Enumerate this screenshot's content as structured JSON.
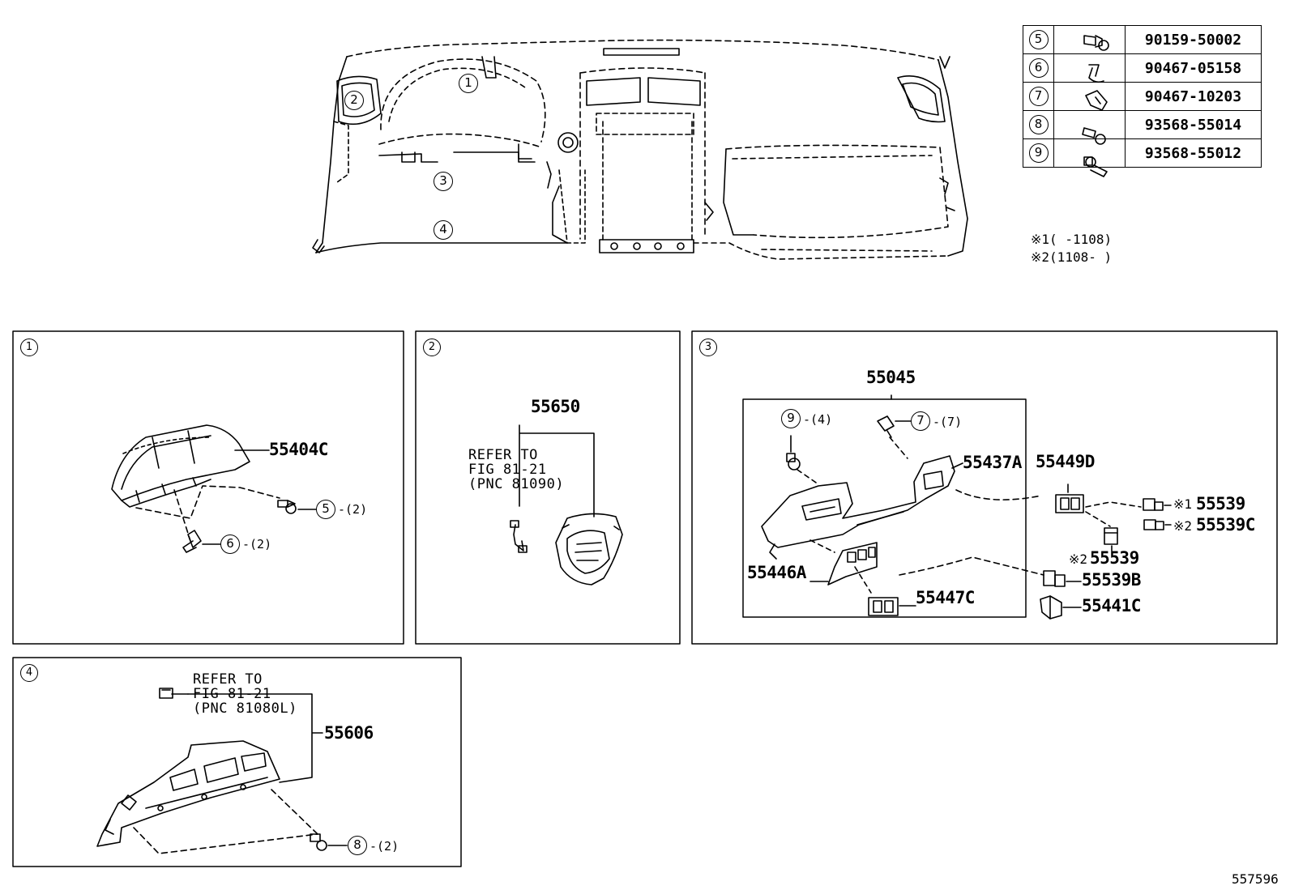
{
  "overview": {
    "callouts": [
      "1",
      "2",
      "3",
      "4"
    ],
    "notes": [
      {
        "mark": "※1",
        "text": "(      -1108)"
      },
      {
        "mark": "※2",
        "text": "(1108-      )"
      }
    ]
  },
  "fastener_table": [
    {
      "ref": "5",
      "icon": "bolt-icon",
      "part": "90159-50002"
    },
    {
      "ref": "6",
      "icon": "clip-icon",
      "part": "90467-05158"
    },
    {
      "ref": "7",
      "icon": "clip-icon",
      "part": "90467-10203"
    },
    {
      "ref": "8",
      "icon": "screw-icon",
      "part": "93568-55014"
    },
    {
      "ref": "9",
      "icon": "screw-icon",
      "part": "93568-55012"
    }
  ],
  "panel1": {
    "num": "1",
    "part_main": "55404C",
    "fasteners": [
      {
        "ref": "5",
        "qty": "-(2)"
      },
      {
        "ref": "6",
        "qty": "-(2)"
      }
    ]
  },
  "panel2": {
    "num": "2",
    "part": "55650",
    "refer_lines": [
      "REFER TO",
      "FIG 81-21",
      "(PNC 81090)"
    ]
  },
  "panel3": {
    "num": "3",
    "assembly": "55045",
    "fasteners": [
      {
        "ref": "9",
        "qty": "-(4)"
      },
      {
        "ref": "7",
        "qty": "-(7)"
      }
    ],
    "parts": {
      "p55437A": "55437A",
      "p55446A": "55446A",
      "p55447C": "55447C",
      "p55449D": "55449D",
      "p55539_1": "55539",
      "p55539C": "55539C",
      "p55539_2": "55539",
      "p55539B": "55539B",
      "p55441C": "55441C"
    },
    "marks": {
      "m1": "※1",
      "m2": "※2",
      "m3": "※2"
    }
  },
  "panel4": {
    "num": "4",
    "part": "55606",
    "refer_lines": [
      "REFER TO",
      "FIG 81-21",
      "(PNC 81080L)"
    ],
    "fasteners": [
      {
        "ref": "8",
        "qty": "-(2)"
      }
    ]
  },
  "figure_id": "557596"
}
